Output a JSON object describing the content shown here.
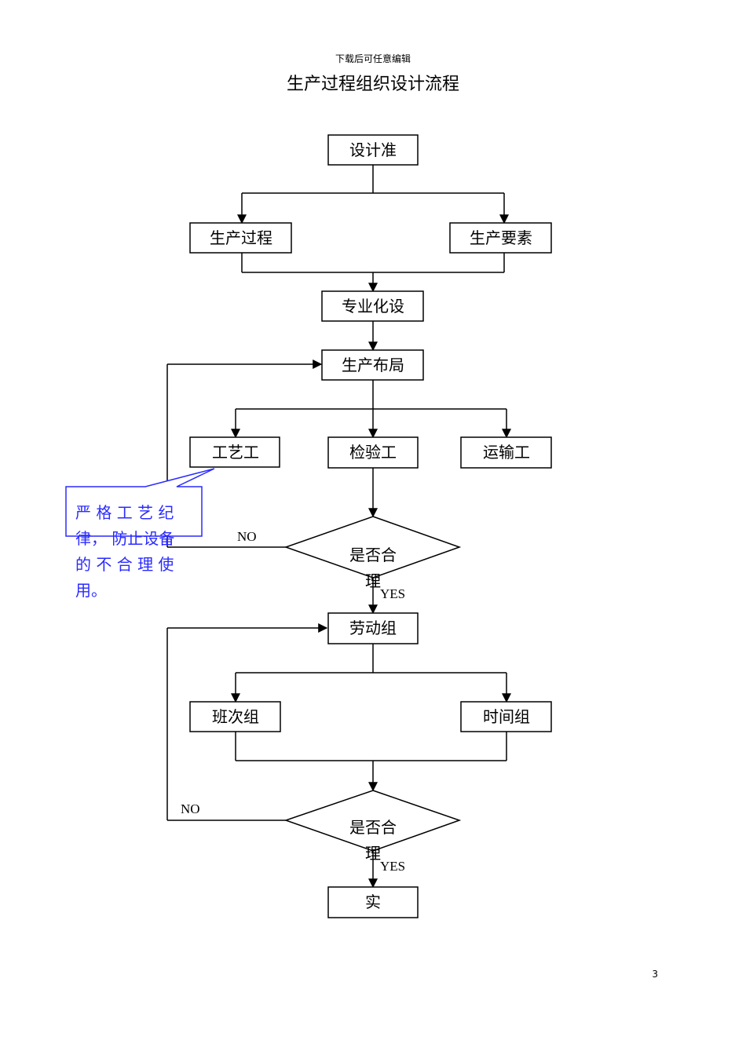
{
  "header_note": "下载后可任意编辑",
  "title": "生产过程组织设计流程",
  "nodes": {
    "design_basis": "设计准",
    "production_process": "生产过程",
    "production_elements": "生产要素",
    "specialization": "专业化设",
    "layout": "生产布局",
    "process_work": "工艺工",
    "inspection_work": "检验工",
    "transport_work": "运输工",
    "decision1_line1": "是否合",
    "decision1_line2": "理",
    "labor_org": "劳动组",
    "shift_org": "班次组",
    "time_org": "时间组",
    "decision2_line1": "是否合",
    "decision2_line2": "理",
    "implement": "实"
  },
  "labels": {
    "no1": "NO",
    "yes1": "YES",
    "no2": "NO",
    "yes2": "YES"
  },
  "callout": {
    "line1": "严 格 工 艺 纪",
    "line2": "律， 防止设备",
    "line3": "的 不 合 理 使",
    "line4": "用。"
  },
  "colors": {
    "callout": "#2b2bff"
  },
  "page_number": "3"
}
